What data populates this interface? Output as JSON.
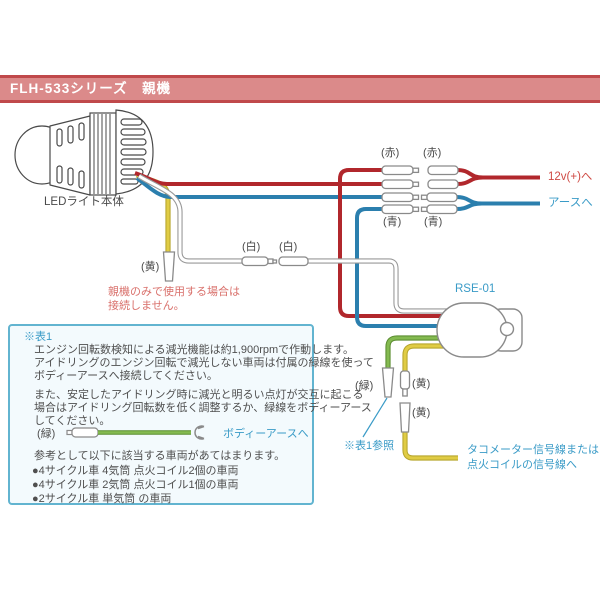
{
  "header": {
    "title": "FLH-533シリーズ　親機"
  },
  "diagram": {
    "led_label": "LEDライト本体",
    "unit_label": "RSE-01",
    "wire_tags": {
      "red1": "(赤)",
      "red2": "(赤)",
      "blue1": "(青)",
      "blue2": "(青)",
      "white1": "(白)",
      "white2": "(白)",
      "yellow_top": "(黄)",
      "green": "(緑)",
      "yellow1": "(黄)",
      "yellow2": "(黄)"
    },
    "dest_12v": "12v(+)へ",
    "dest_ground": "アースへ",
    "dest_signal_line1": "タコメーター信号線または",
    "dest_signal_line2": "点火コイルの信号線へ",
    "note_parent_only_line1": "親機のみで使用する場合は",
    "note_parent_only_line2": "接続しません。",
    "table_ref": "※表1参照"
  },
  "info_box": {
    "title": "※表1",
    "para1": [
      "エンジン回転数検知による減光機能は約1,900rpmで作動します。",
      "アイドリングのエンジン回転で減光しない車両は付属の緑線を使って",
      "ボディーアースへ接続してください。"
    ],
    "para2": [
      "また、安定したアイドリング時に減光と明るい点灯が交互に起こる",
      "場合はアイドリング回転数を低く調整するか、緑線をボディーアース",
      "してください。"
    ],
    "green_tag": "(緑)",
    "body_earth": "ボディーアースへ",
    "reference_intro": "参考として以下に該当する車両があてはまります。",
    "bullets": [
      "●4サイクル車 4気筒 点火コイル2個の車両",
      "●4サイクル車 2気筒 点火コイル1個の車両",
      "●2サイクル車 単気筒 の車両"
    ]
  },
  "colors": {
    "header_bg": "#db8a8a",
    "header_border": "#c0494b",
    "red_wire": "#b1272c",
    "blue_wire": "#2b7fae",
    "yellow_wire": "#ddc93e",
    "green_wire": "#76a93e",
    "label_blue": "#3a9bc7",
    "label_red": "#cf4a44",
    "note_red": "#d9706b",
    "box_border": "#62b4d0",
    "box_bg": "#f3fafd"
  }
}
